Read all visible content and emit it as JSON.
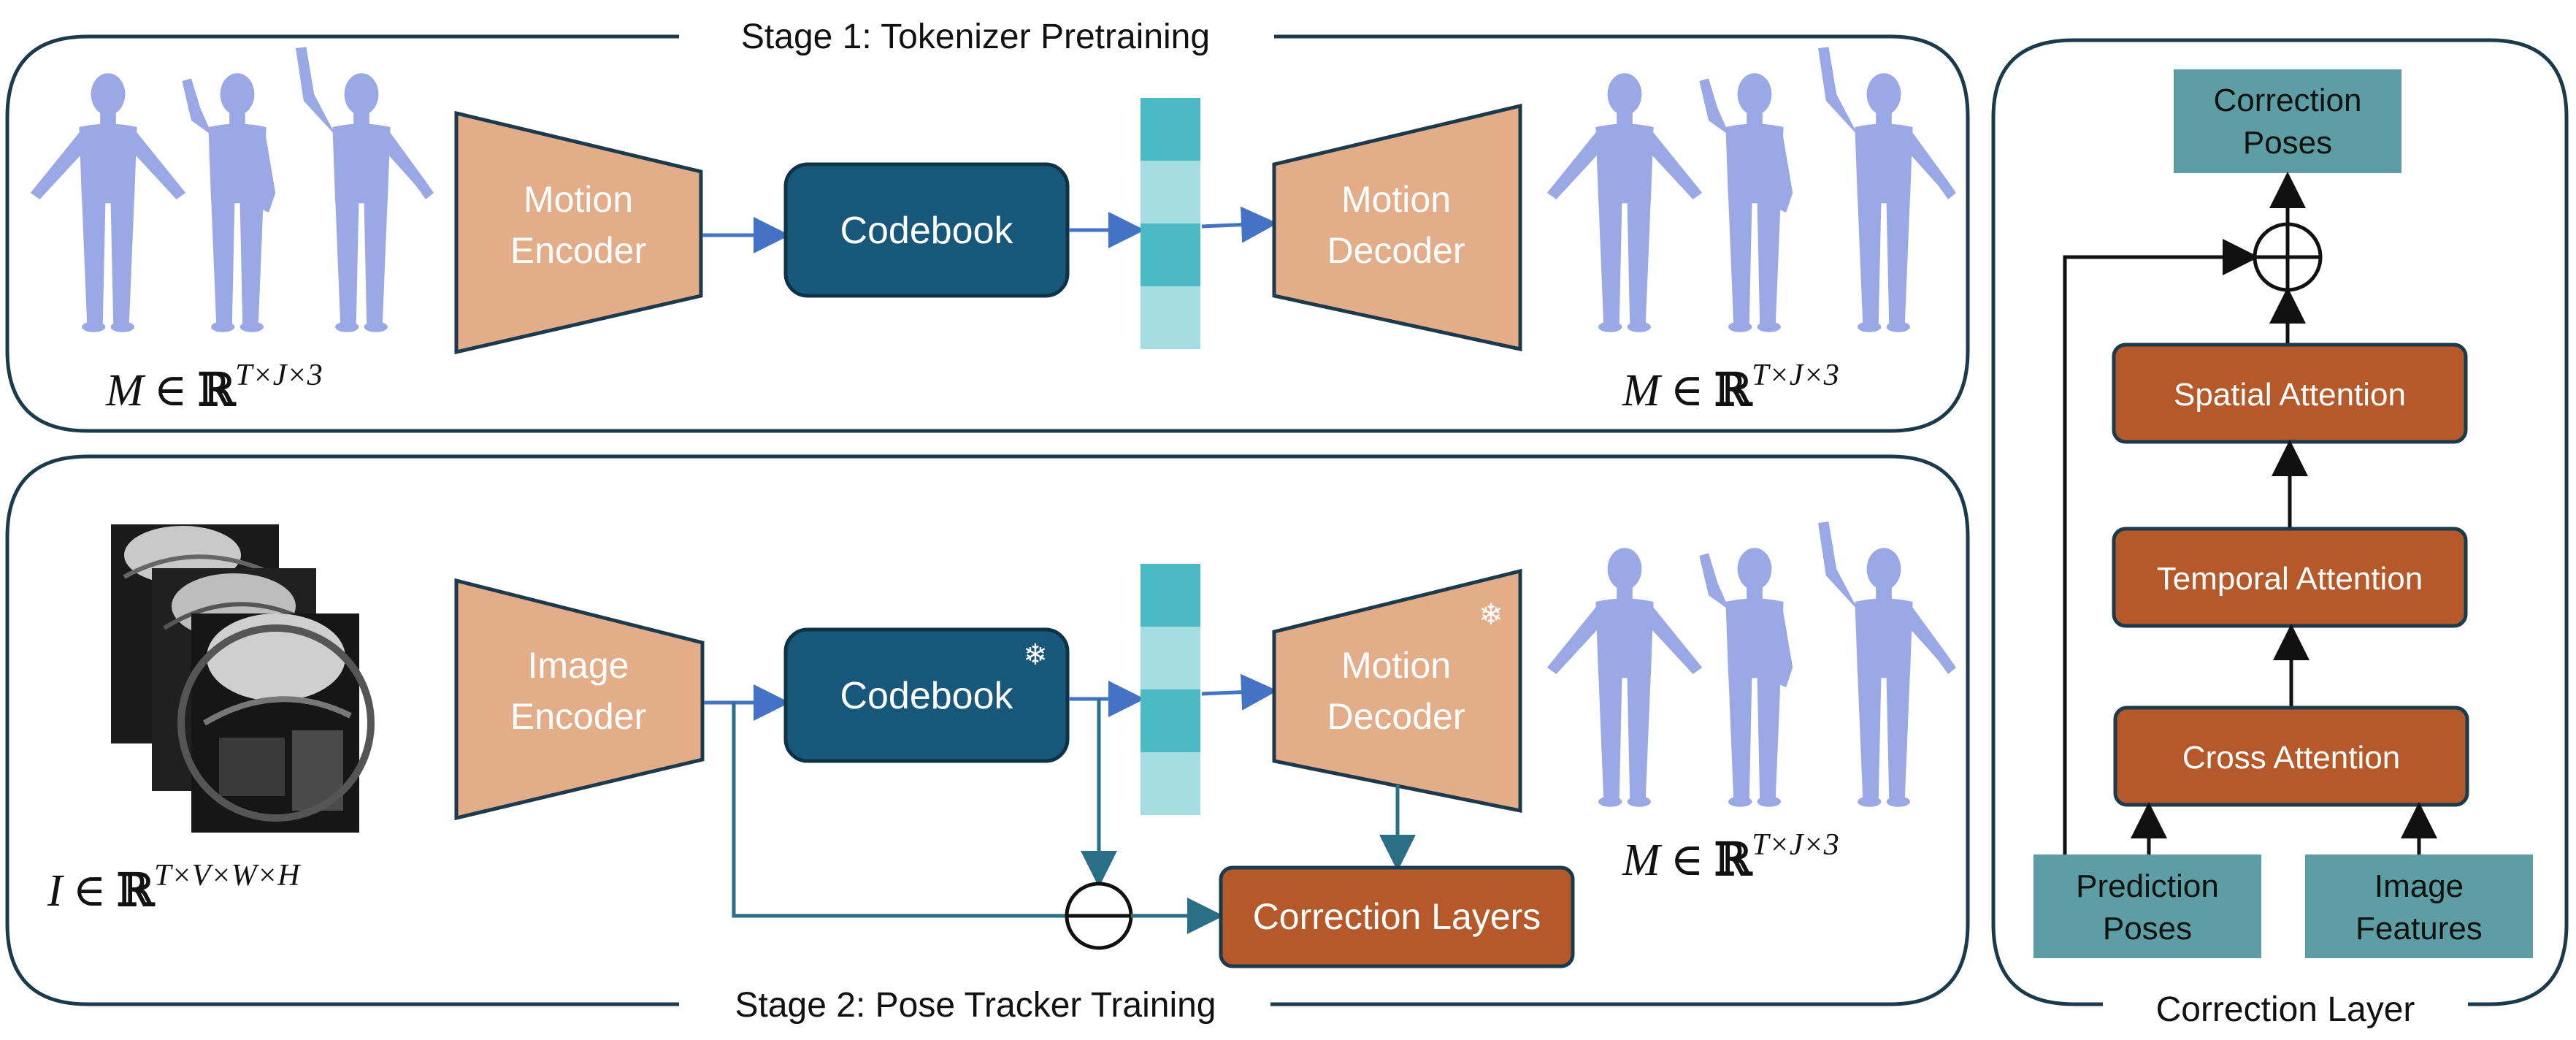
{
  "stage1": {
    "title": "Stage 1: Tokenizer Pretraining",
    "encoder": [
      "Motion",
      "Encoder"
    ],
    "codebook": "Codebook",
    "decoder": [
      "Motion",
      "Decoder"
    ],
    "input_math": {
      "var": "M",
      "in": "∈",
      "set": "ℝ",
      "sup": "T×J×3"
    },
    "output_math": {
      "var": "M",
      "in": "∈",
      "set": "ℝ",
      "sup": "T×J×3"
    }
  },
  "stage2": {
    "title": "Stage 2: Pose Tracker Training",
    "encoder": [
      "Image",
      "Encoder"
    ],
    "codebook": "Codebook",
    "decoder": [
      "Motion",
      "Decoder"
    ],
    "correction": "Correction Layers",
    "input_math": {
      "var": "I",
      "in": "∈",
      "set": "ℝ",
      "sup": "T×V×W×H"
    },
    "output_math": {
      "var": "M",
      "in": "∈",
      "set": "ℝ",
      "sup": "T×J×3"
    },
    "frozen_symbol": "❄"
  },
  "correction_panel": {
    "title": "Correction Layer",
    "output": [
      "Correction",
      "Poses"
    ],
    "spatial": "Spatial Attention",
    "temporal": "Temporal Attention",
    "cross": "Cross Attention",
    "pred": [
      "Prediction",
      "Poses"
    ],
    "img": [
      "Image",
      "Features"
    ]
  },
  "colors": {
    "trapezoid": "#e3ad8a",
    "codebook": "#17587a",
    "attention": "#b5592a",
    "teal_box": "#5c9ea3",
    "token_dark": "#4bbac4",
    "token_light": "#a6dde2",
    "figure": "#9aa8e6",
    "arrow_blue": "#4472c4",
    "frame": "#1b3a4b"
  }
}
